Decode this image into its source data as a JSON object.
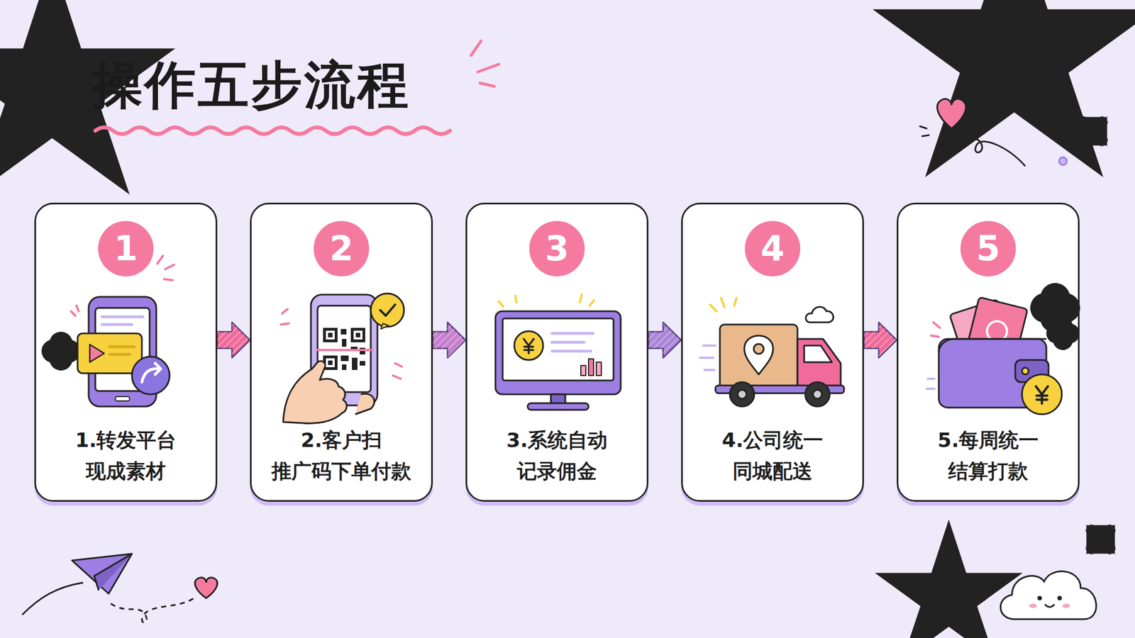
{
  "diagram": {
    "title": "操作五步流程",
    "nodes": [
      {
        "text": [
          "1.转发平台 现成素材"
        ]
      },
      {
        "text": [
          "1"
        ],
        "in": 0
      },
      {
        "text": [
          "2.客户扫 推广码下单付款"
        ]
      },
      {
        "text": [
          "2"
        ],
        "in": 2
      },
      {
        "text": [
          "3.系统自动 记录佣金"
        ]
      },
      {
        "text": [
          "3"
        ],
        "in": 4
      },
      {
        "text": [
          "4.公司统一 同城配送"
        ]
      },
      {
        "text": [
          "4"
        ],
        "in": 6
      },
      {
        "text": [
          "5.每周统一 结算打款"
        ]
      },
      {
        "text": [
          "5"
        ],
        "in": 8
      }
    ],
    "edges": [
      {
        "from": 0,
        "to": 2,
        "arrow": "to"
      },
      {
        "from": 2,
        "to": 4,
        "arrow": "to"
      },
      {
        "from": 4,
        "to": 6,
        "arrow": "to"
      },
      {
        "from": 6,
        "to": 8,
        "arrow": "to"
      }
    ]
  }
}
